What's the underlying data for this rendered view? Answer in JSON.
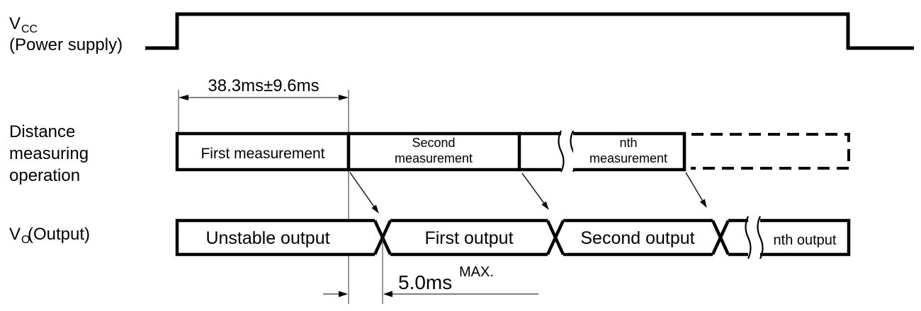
{
  "page": {
    "background": "#ffffff",
    "line_color": "#000000",
    "thin_line_color": "#555555"
  },
  "signals": {
    "vcc": {
      "symbol": "V",
      "subscript": "CC",
      "description": "(Power supply)"
    },
    "operation": {
      "line1": "Distance",
      "line2": "measuring",
      "line3": "operation"
    },
    "vo": {
      "symbol": "V",
      "subscript": "O",
      "description": "(Output)"
    }
  },
  "annotations": {
    "first_measurement_time": "38.3ms±9.6ms",
    "output_delay_value": "5.0ms",
    "output_delay_qualifier": "MAX."
  },
  "measurement_row": {
    "first_label": "First measurement",
    "second_label_line1": "Second",
    "second_label_line2": "measurement",
    "nth_label_line1": "nth",
    "nth_label_line2": "measurement"
  },
  "output_row": {
    "unstable_label": "Unstable output",
    "first_label": "First output",
    "second_label": "Second output",
    "nth_label": "nth output"
  }
}
